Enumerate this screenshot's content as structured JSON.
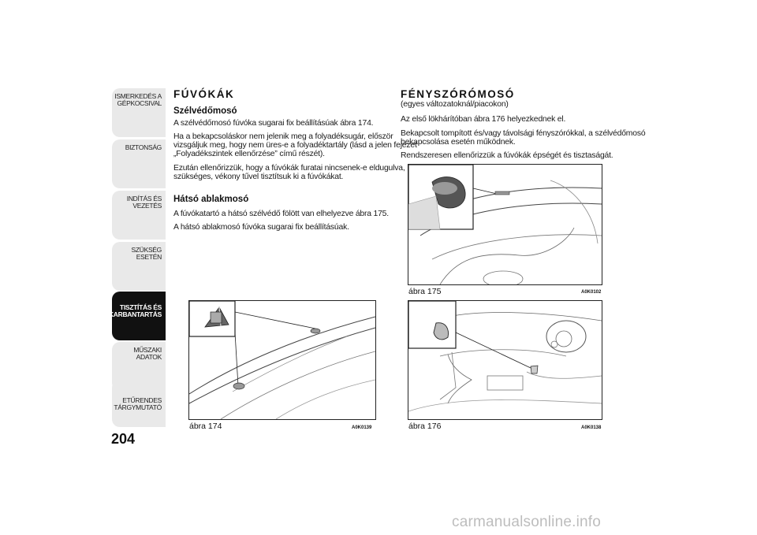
{
  "sidebar": {
    "tabs": [
      {
        "label": "ISMERKEDÉS A GÉPKOCSIVAL"
      },
      {
        "label": "BIZTONSÁG"
      },
      {
        "label": "INDÍTÁS ÉS VEZETÉS"
      },
      {
        "label": "SZÜKSÉG ESETÉN"
      },
      {
        "label": "TISZTÍTÁS ÉS KARBANTARTÁS"
      },
      {
        "label": "MŰSZAKI ADATOK"
      },
      {
        "label": "ETŰRENDES TÁRGYMUTATÓ"
      }
    ]
  },
  "page_number": "204",
  "left": {
    "title": "FÚVÓKÁK",
    "sub1": "Szélvédőmosó",
    "p1": "A szélvédőmosó fúvóka sugarai fix beállításúak ábra 174.",
    "p2a": "Ha a bekapcsoláskor nem jelenik meg a folyadéksugár, először",
    "p2b": "vizsgáljuk meg, hogy nem üres-e a folyadéktartály (lásd a jelen fejezet",
    "p2c": "„Folyadékszintek ellenőrzése” című részét).",
    "p3a": "Ezután ellenőrizzük, hogy a fúvókák furatai nincsenek-e eldugulva, ha",
    "p3b": "szükséges, vékony tűvel tisztítsuk ki a fúvókákat.",
    "sub2": "Hátsó ablakmosó",
    "p4": "A fúvókatartó a hátsó szélvédő fölött van elhelyezve ábra 175.",
    "p5": "A hátsó ablakmosó fúvóka sugarai fix beállításúak.",
    "fig_caption": "ábra 174",
    "fig_code": "A0K0139"
  },
  "right": {
    "title": "FÉNYSZÓRÓMOSÓ",
    "subtitle": "(egyes változatoknál/piacokon)",
    "p1": "Az első lökhárítóban ábra 176 helyezkednek el.",
    "p2a": "Bekapcsolt tompított és/vagy távolsági fényszórókkal, a szélvédőmosó",
    "p2b": "bekapcsolása esetén működnek.",
    "p3": "Rendszeresen ellenőrizzük a fúvókák épségét és tisztaságát.",
    "fig1_caption": "ábra 175",
    "fig1_code": "A0K0102",
    "fig2_caption": "ábra 176",
    "fig2_code": "A0K0138"
  },
  "watermark": "carmanualsonline.info",
  "colors": {
    "active_tab": "#111111",
    "tab": "#e9e9e9",
    "watermark": "#bdbdbd"
  }
}
